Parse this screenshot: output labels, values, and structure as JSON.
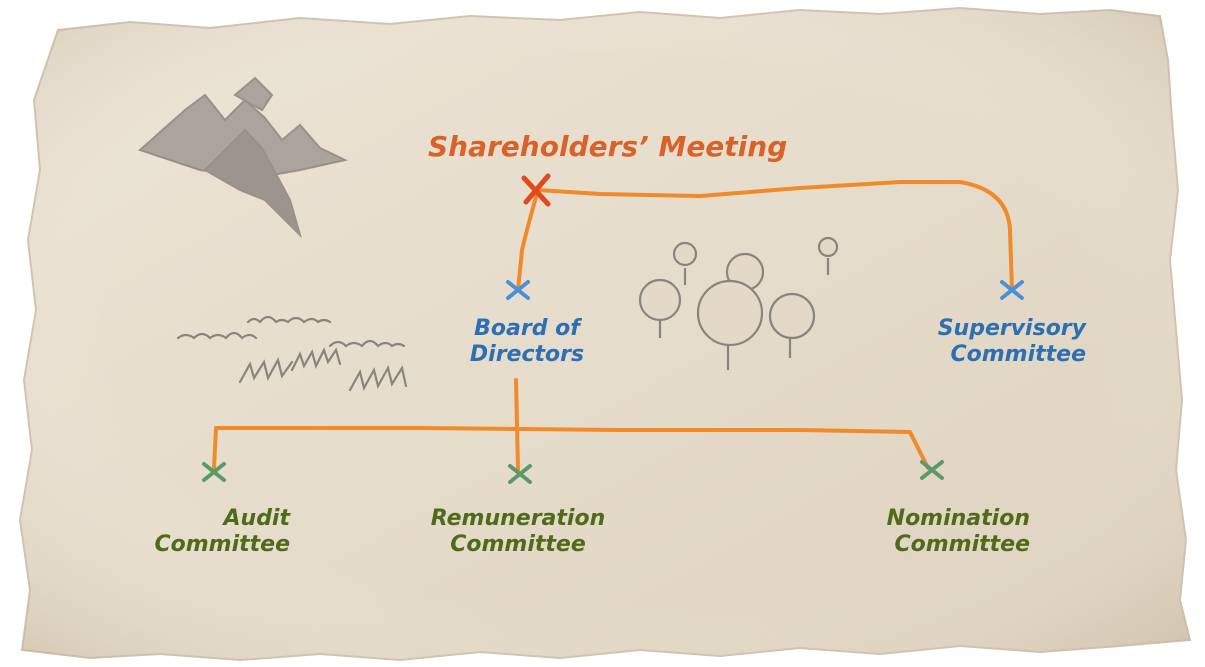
{
  "colors": {
    "root": "#d9622b",
    "primary": "#2c6fb3",
    "secondary": "#4f6b1a",
    "line": "#f08a2a",
    "parchment": "#e7dccb",
    "ink": "#8f8a84"
  },
  "nodes": {
    "shareholders": {
      "line1": "Shareholders’ Meeting"
    },
    "board": {
      "line1": "Board of",
      "line2": "Directors"
    },
    "supervisory": {
      "line1": "Supervisory",
      "line2": "Committee"
    },
    "audit": {
      "line1": "Audit",
      "line2": "Committee"
    },
    "remuneration": {
      "line1": "Remuneration",
      "line2": "Committee"
    },
    "nomination": {
      "line1": "Nomination",
      "line2": "Committee"
    }
  },
  "decorations": [
    "mountains-sketch",
    "grass-sketch",
    "trees-sketch"
  ]
}
